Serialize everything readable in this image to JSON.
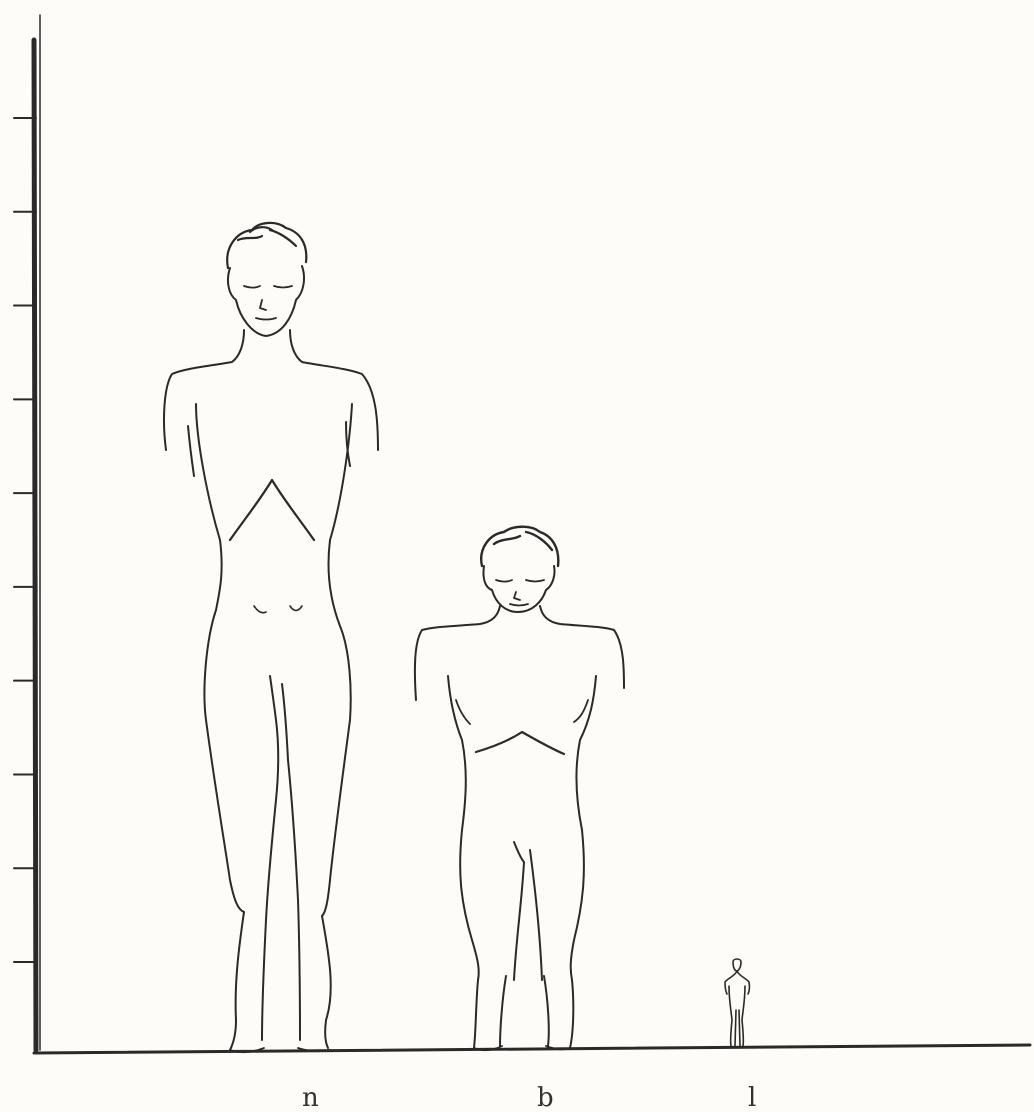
{
  "figure": {
    "ink_color": "#2a2a2a",
    "paper_color": "#fdfcf8",
    "scale": {
      "tick_count": 10
    },
    "figures": [
      {
        "label": "n",
        "relative_height": 1.0
      },
      {
        "label": "b",
        "relative_height": 0.62
      },
      {
        "label": "l",
        "relative_height": 0.11
      }
    ]
  }
}
